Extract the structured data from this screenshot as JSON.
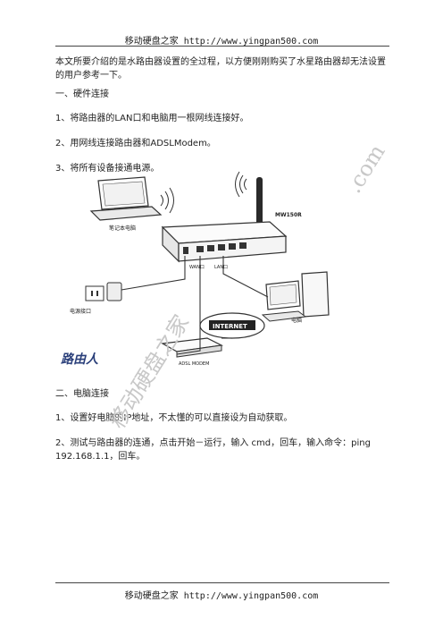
{
  "header": {
    "site_name": "移动硬盘之家",
    "url": "http://www.yingpan500.com"
  },
  "intro": "本文所要介绍的是水路由器设置的全过程，以方便刚刚购买了水星路由器却无法设置的用户参考一下。",
  "section1": {
    "title": "一、硬件连接",
    "steps": [
      "1、将路由器的LAN口和电脑用一根网线连接好。",
      "2、用网线连接路由器和ADSLModem。",
      "3、将所有设备接通电源。"
    ]
  },
  "diagram": {
    "laptop_label": "笔记本电脑",
    "router_model": "MW150R",
    "wan_label": "WAN口",
    "lan_label": "LAN口",
    "power_label": "电源接口",
    "pc_label": "电脑",
    "internet_label": "INTERNET",
    "modem_label": "ADSL MODEM",
    "logo_text": "路由人"
  },
  "section2": {
    "title": "二、电脑连接",
    "steps": [
      "1、设置好电脑的IP地址，不太懂的可以直接设为自动获取。",
      "2、测试与路由器的连通，点击开始－运行，输入 cmd，回车，输入命令：ping 192.168.1.1，回车。"
    ]
  },
  "watermark": {
    "text_a": "移动硬盘之家",
    "text_b": ".com"
  },
  "footer": {
    "site_name": "移动硬盘之家",
    "url": "http://www.yingpan500.com"
  },
  "colors": {
    "text": "#222222",
    "watermark": "#c8c8c8",
    "logo": "#2a3f7a"
  }
}
